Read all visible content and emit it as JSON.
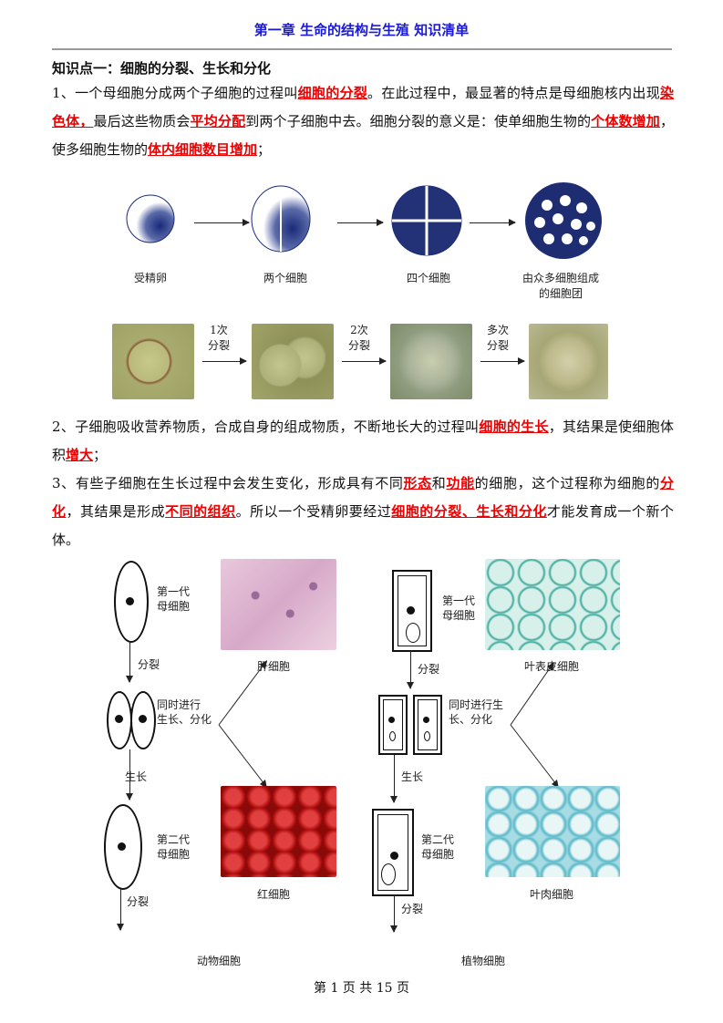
{
  "header": {
    "title": "第一章 生命的结构与生殖 知识清单"
  },
  "section": {
    "heading": "知识点一：细胞的分裂、生长和分化"
  },
  "p1": {
    "t1": "1、一个母细胞分成两个子细胞的过程叫",
    "h1": "细胞的分裂",
    "t2": "。在此过程中，最显著的特点是母细胞核内出现",
    "h2": "染色体，",
    "t3": "最后这些物质会",
    "h3": "平均分配",
    "t4": "到两个子细胞中去。细胞分裂的意义是：使单细胞生物的",
    "h4": "个体数增加",
    "t5": "，使多细胞生物的",
    "h5": "体内细胞数目增加",
    "t6": "；"
  },
  "fig1": {
    "labels": [
      "受精卵",
      "两个细胞",
      "四个细胞",
      "由众多细胞组成",
      "的细胞团"
    ],
    "steps": [
      "1次",
      "分裂",
      "2次",
      "分裂",
      "多次",
      "分裂"
    ]
  },
  "p2": {
    "t1": "2、子细胞吸收营养物质，合成自身的组成物质，不断地长大的过程叫",
    "h1": "细胞的生长",
    "t2": "，其结果是使细胞体积",
    "h2": "增大",
    "t3": "；"
  },
  "p3": {
    "t1": "3、有些子细胞在生长过程中会发生变化，形成具有不同",
    "h1": "形态",
    "t2": "和",
    "h2": "功能",
    "t3": "的细胞，这个过程称为细胞的",
    "h3": "分化",
    "t4": "，其结果是形成",
    "h4": "不同的组织",
    "t5": "。所以一个受精卵要经过",
    "h5": "细胞的分裂、生长和分化",
    "t6": "才能发育成一个新个体。"
  },
  "fig2": {
    "animal": {
      "gen1": [
        "第一代",
        "母细胞"
      ],
      "split": "分裂",
      "simul": [
        "同时进行",
        "生长、分化"
      ],
      "grow": "生长",
      "gen2": [
        "第二代",
        "母细胞"
      ],
      "split2": "分裂",
      "top": "肝细胞",
      "bottom": "红细胞",
      "caption": "动物细胞"
    },
    "plant": {
      "gen1": [
        "第一代",
        "母细胞"
      ],
      "split": "分裂",
      "simul": [
        "同时进行生",
        "长、分化"
      ],
      "grow": "生长",
      "gen2": [
        "第二代",
        "母细胞"
      ],
      "split2": "分裂",
      "top": "叶表皮细胞",
      "bottom": "叶肉细胞",
      "caption": "植物细胞"
    }
  },
  "footer": {
    "text": "第 1 页 共 15 页"
  }
}
